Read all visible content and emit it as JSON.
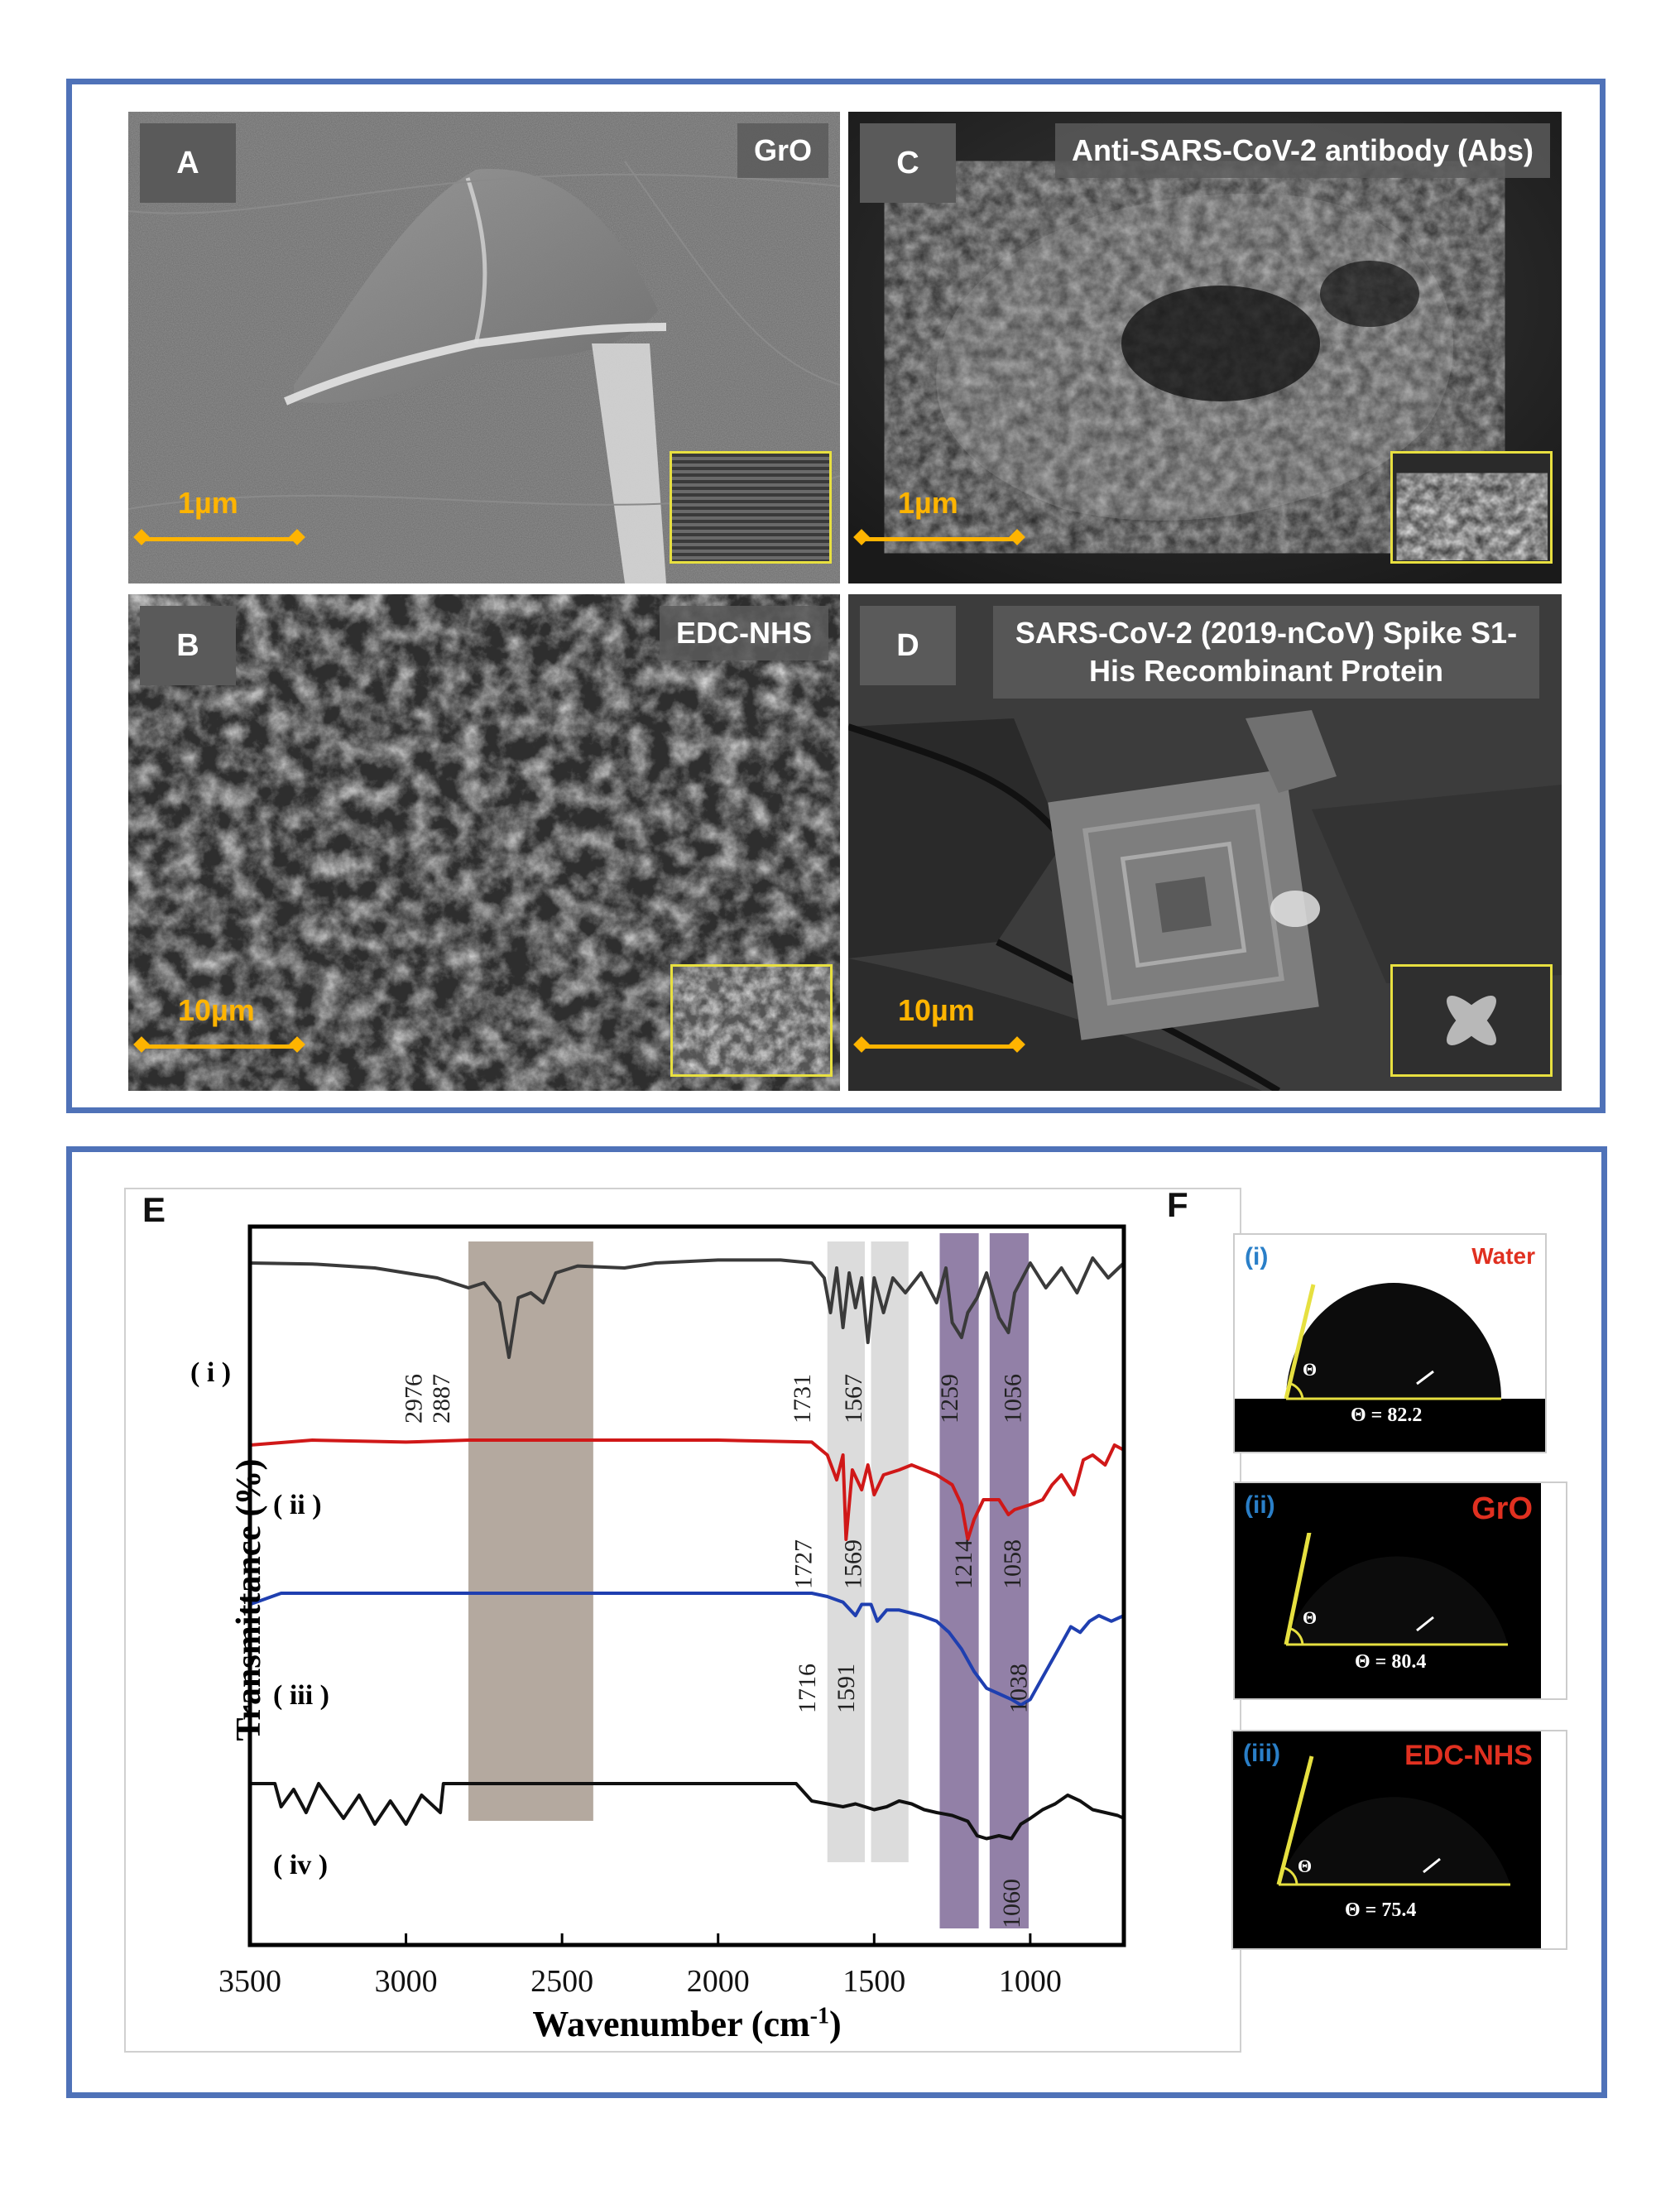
{
  "panels": {
    "A": {
      "letter": "A",
      "title": "GrO",
      "scale": "1µm"
    },
    "B": {
      "letter": "B",
      "title": "EDC-NHS",
      "scale": "10µm"
    },
    "C": {
      "letter": "C",
      "title": "Anti-SARS-CoV-2 antibody (Abs)",
      "scale": "1µm"
    },
    "D": {
      "letter": "D",
      "title_line1": "SARS-CoV-2 (2019-nCoV) Spike S1-",
      "title_line2": "His Recombinant Protein",
      "scale": "10µm"
    }
  },
  "figure_E": {
    "letter": "E",
    "ylabel": "Transmittance (%)",
    "xlabel_main": "Wavenumber (cm",
    "xlabel_sup": "-1",
    "xlabel_close": ")",
    "series_labels": [
      "( i )",
      "( ii )",
      "( iii )",
      "( iv )"
    ]
  },
  "figure_F": {
    "letter": "F",
    "drops": [
      {
        "label": "(i)",
        "name": "Water",
        "angle": "Θ = 82.2",
        "theta": "Θ"
      },
      {
        "label": "(ii)",
        "name": "GrO",
        "angle": "Θ = 80.4",
        "theta": "Θ"
      },
      {
        "label": "(iii)",
        "name": "EDC-NHS",
        "angle": "Θ = 75.4",
        "theta": "Θ"
      }
    ]
  },
  "chart_data": {
    "type": "line",
    "title": "",
    "xlabel": "Wavenumber (cm-1)",
    "ylabel": "Transmittance (%)",
    "xlim": [
      3500,
      700
    ],
    "xticks": [
      3500,
      3000,
      2500,
      2000,
      1500,
      1000
    ],
    "bands": [
      {
        "from": 2800,
        "to": 2400,
        "color": "#a79a8e"
      },
      {
        "from": 1650,
        "to": 1530,
        "color": "#d6d6d6"
      },
      {
        "from": 1510,
        "to": 1390,
        "color": "#d6d6d6"
      },
      {
        "from": 1290,
        "to": 1165,
        "color": "#7f6a98"
      },
      {
        "from": 1130,
        "to": 1005,
        "color": "#7f6a98"
      }
    ],
    "series": [
      {
        "label": "( i )",
        "color": "#3a3a3a",
        "points": [
          [
            3500,
            0.05
          ],
          [
            3300,
            0.06
          ],
          [
            3100,
            0.1
          ],
          [
            2900,
            0.2
          ],
          [
            2800,
            0.3
          ],
          [
            2750,
            0.25
          ],
          [
            2700,
            0.45
          ],
          [
            2670,
            1.0
          ],
          [
            2640,
            0.4
          ],
          [
            2600,
            0.35
          ],
          [
            2560,
            0.45
          ],
          [
            2520,
            0.15
          ],
          [
            2450,
            0.08
          ],
          [
            2300,
            0.1
          ],
          [
            2200,
            0.05
          ],
          [
            2000,
            0.02
          ],
          [
            1800,
            0.02
          ],
          [
            1700,
            0.05
          ],
          [
            1660,
            0.2
          ],
          [
            1640,
            0.55
          ],
          [
            1620,
            0.1
          ],
          [
            1600,
            0.7
          ],
          [
            1580,
            0.15
          ],
          [
            1560,
            0.5
          ],
          [
            1540,
            0.2
          ],
          [
            1520,
            0.85
          ],
          [
            1500,
            0.2
          ],
          [
            1470,
            0.55
          ],
          [
            1440,
            0.2
          ],
          [
            1400,
            0.35
          ],
          [
            1350,
            0.15
          ],
          [
            1300,
            0.45
          ],
          [
            1270,
            0.1
          ],
          [
            1250,
            0.65
          ],
          [
            1220,
            0.8
          ],
          [
            1200,
            0.55
          ],
          [
            1170,
            0.4
          ],
          [
            1140,
            0.15
          ],
          [
            1100,
            0.6
          ],
          [
            1070,
            0.75
          ],
          [
            1050,
            0.35
          ],
          [
            1000,
            0.05
          ],
          [
            950,
            0.3
          ],
          [
            900,
            0.1
          ],
          [
            850,
            0.35
          ],
          [
            800,
            0.0
          ],
          [
            750,
            0.2
          ],
          [
            700,
            0.05
          ]
        ],
        "peaks": [
          {
            "x": 2976,
            "label": "2976"
          },
          {
            "x": 2887,
            "label": "2887"
          },
          {
            "x": 1731,
            "label": "1731"
          },
          {
            "x": 1567,
            "label": "1567"
          },
          {
            "x": 1259,
            "label": "1259"
          },
          {
            "x": 1056,
            "label": "1056"
          }
        ]
      },
      {
        "label": "( ii )",
        "color": "#d01818",
        "points": [
          [
            3500,
            0.05
          ],
          [
            3300,
            0.0
          ],
          [
            3000,
            0.02
          ],
          [
            2800,
            0.0
          ],
          [
            2500,
            0.0
          ],
          [
            2000,
            0.0
          ],
          [
            1700,
            0.02
          ],
          [
            1650,
            0.15
          ],
          [
            1620,
            0.4
          ],
          [
            1600,
            0.15
          ],
          [
            1590,
            1.0
          ],
          [
            1570,
            0.3
          ],
          [
            1540,
            0.5
          ],
          [
            1520,
            0.25
          ],
          [
            1500,
            0.55
          ],
          [
            1470,
            0.35
          ],
          [
            1420,
            0.3
          ],
          [
            1380,
            0.25
          ],
          [
            1300,
            0.35
          ],
          [
            1250,
            0.45
          ],
          [
            1220,
            0.65
          ],
          [
            1200,
            1.0
          ],
          [
            1180,
            0.8
          ],
          [
            1150,
            0.6
          ],
          [
            1100,
            0.6
          ],
          [
            1070,
            0.75
          ],
          [
            1050,
            0.7
          ],
          [
            1000,
            0.65
          ],
          [
            960,
            0.6
          ],
          [
            930,
            0.45
          ],
          [
            900,
            0.35
          ],
          [
            860,
            0.55
          ],
          [
            830,
            0.2
          ],
          [
            800,
            0.15
          ],
          [
            760,
            0.25
          ],
          [
            730,
            0.05
          ],
          [
            700,
            0.1
          ]
        ],
        "peaks": [
          {
            "x": 1727,
            "label": "1727"
          },
          {
            "x": 1569,
            "label": "1569"
          },
          {
            "x": 1214,
            "label": "1214"
          },
          {
            "x": 1058,
            "label": "1058"
          }
        ]
      },
      {
        "label": "( iii )",
        "color": "#1f3fb0",
        "points": [
          [
            3500,
            0.1
          ],
          [
            3400,
            0.0
          ],
          [
            3000,
            0.0
          ],
          [
            2500,
            0.0
          ],
          [
            2000,
            0.0
          ],
          [
            1700,
            0.0
          ],
          [
            1650,
            0.03
          ],
          [
            1600,
            0.08
          ],
          [
            1560,
            0.2
          ],
          [
            1540,
            0.1
          ],
          [
            1510,
            0.1
          ],
          [
            1490,
            0.25
          ],
          [
            1460,
            0.15
          ],
          [
            1420,
            0.15
          ],
          [
            1350,
            0.2
          ],
          [
            1300,
            0.25
          ],
          [
            1260,
            0.35
          ],
          [
            1220,
            0.5
          ],
          [
            1180,
            0.7
          ],
          [
            1140,
            0.85
          ],
          [
            1100,
            0.9
          ],
          [
            1060,
            0.95
          ],
          [
            1030,
            1.0
          ],
          [
            1000,
            0.95
          ],
          [
            970,
            0.8
          ],
          [
            930,
            0.6
          ],
          [
            900,
            0.45
          ],
          [
            870,
            0.3
          ],
          [
            840,
            0.35
          ],
          [
            810,
            0.25
          ],
          [
            780,
            0.2
          ],
          [
            740,
            0.25
          ],
          [
            700,
            0.2
          ]
        ],
        "peaks": [
          {
            "x": 1716,
            "label": "1716"
          },
          {
            "x": 1591,
            "label": "1591"
          },
          {
            "x": 1038,
            "label": "1038"
          }
        ]
      },
      {
        "label": "( iv )",
        "color": "#111111",
        "points": [
          [
            3500,
            0.0
          ],
          [
            3420,
            0.0
          ],
          [
            3400,
            0.4
          ],
          [
            3360,
            0.1
          ],
          [
            3320,
            0.5
          ],
          [
            3280,
            0.0
          ],
          [
            3200,
            0.6
          ],
          [
            3150,
            0.2
          ],
          [
            3100,
            0.7
          ],
          [
            3050,
            0.3
          ],
          [
            3000,
            0.7
          ],
          [
            2950,
            0.2
          ],
          [
            2890,
            0.5
          ],
          [
            2880,
            0.0
          ],
          [
            2800,
            0.0
          ],
          [
            2500,
            0.0
          ],
          [
            2000,
            0.0
          ],
          [
            1750,
            0.0
          ],
          [
            1700,
            0.3
          ],
          [
            1650,
            0.35
          ],
          [
            1600,
            0.4
          ],
          [
            1560,
            0.35
          ],
          [
            1500,
            0.45
          ],
          [
            1460,
            0.4
          ],
          [
            1420,
            0.3
          ],
          [
            1380,
            0.35
          ],
          [
            1340,
            0.45
          ],
          [
            1300,
            0.5
          ],
          [
            1250,
            0.55
          ],
          [
            1200,
            0.65
          ],
          [
            1170,
            0.9
          ],
          [
            1140,
            0.95
          ],
          [
            1100,
            0.9
          ],
          [
            1060,
            0.95
          ],
          [
            1030,
            0.7
          ],
          [
            1000,
            0.6
          ],
          [
            960,
            0.45
          ],
          [
            920,
            0.35
          ],
          [
            880,
            0.2
          ],
          [
            840,
            0.3
          ],
          [
            800,
            0.45
          ],
          [
            760,
            0.5
          ],
          [
            720,
            0.55
          ],
          [
            700,
            0.6
          ]
        ],
        "peaks": [
          {
            "x": 1060,
            "label": "1060"
          }
        ]
      }
    ]
  }
}
